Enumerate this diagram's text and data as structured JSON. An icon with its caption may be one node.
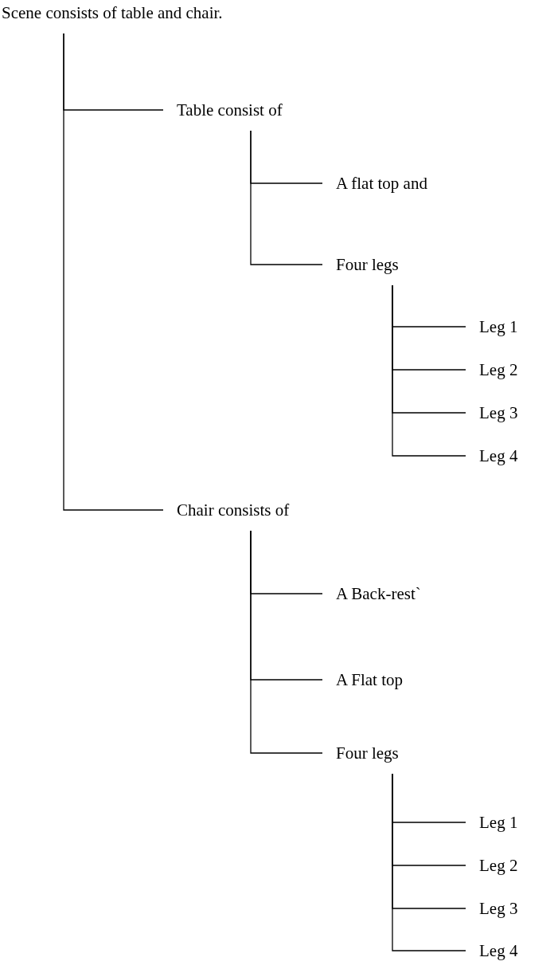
{
  "diagram": {
    "nodes": [
      {
        "text": [
          "Scene consists of table and chair."
        ]
      },
      {
        "text": [
          "Table consist of"
        ]
      },
      {
        "text": [
          "A flat top and"
        ]
      },
      {
        "text": [
          "Four legs"
        ]
      },
      {
        "text": [
          "Leg 1"
        ]
      },
      {
        "text": [
          "Leg 2"
        ]
      },
      {
        "text": [
          "Leg 3"
        ]
      },
      {
        "text": [
          "Leg 4"
        ]
      },
      {
        "text": [
          "Chair consists of"
        ]
      },
      {
        "text": [
          "A Back-rest`"
        ]
      },
      {
        "text": [
          "A Flat top"
        ]
      },
      {
        "text": [
          "Four legs"
        ]
      },
      {
        "text": [
          "Leg 1"
        ]
      },
      {
        "text": [
          "Leg 2"
        ]
      },
      {
        "text": [
          "Leg 3"
        ]
      },
      {
        "text": [
          "Leg 4"
        ]
      }
    ],
    "edges": [
      {
        "from": 0,
        "to": 1,
        "arrow": "none"
      },
      {
        "from": 1,
        "to": 2,
        "arrow": "none"
      },
      {
        "from": 1,
        "to": 3,
        "arrow": "none"
      },
      {
        "from": 3,
        "to": 4,
        "arrow": "none"
      },
      {
        "from": 3,
        "to": 5,
        "arrow": "none"
      },
      {
        "from": 3,
        "to": 6,
        "arrow": "none"
      },
      {
        "from": 3,
        "to": 7,
        "arrow": "none"
      },
      {
        "from": 0,
        "to": 8,
        "arrow": "none"
      },
      {
        "from": 8,
        "to": 9,
        "arrow": "none"
      },
      {
        "from": 8,
        "to": 10,
        "arrow": "none"
      },
      {
        "from": 8,
        "to": 11,
        "arrow": "none"
      },
      {
        "from": 11,
        "to": 12,
        "arrow": "none"
      },
      {
        "from": 11,
        "to": 13,
        "arrow": "none"
      },
      {
        "from": 11,
        "to": 14,
        "arrow": "none"
      },
      {
        "from": 11,
        "to": 15,
        "arrow": "none"
      }
    ]
  }
}
